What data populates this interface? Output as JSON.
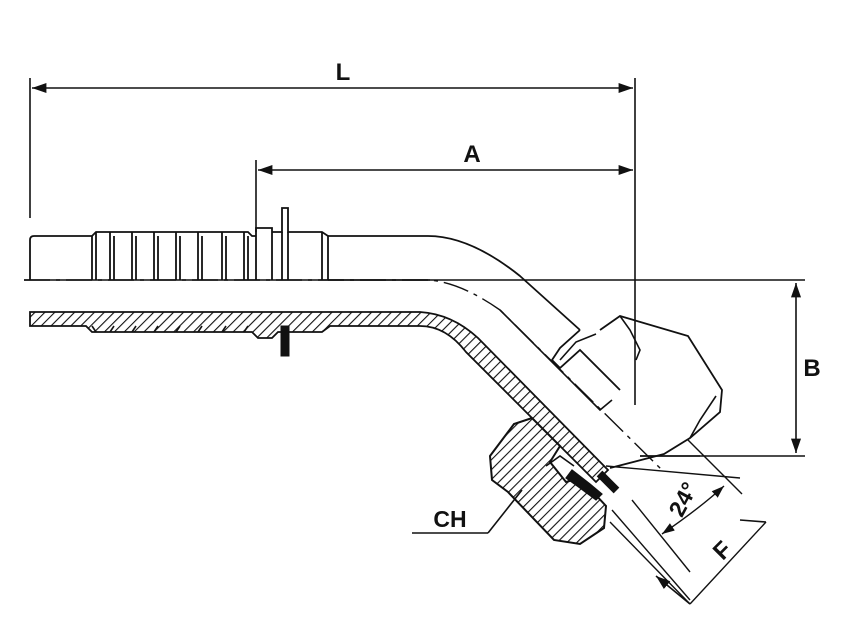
{
  "dimensions": {
    "L": "L",
    "A": "A",
    "B": "B",
    "CH": "CH",
    "F": "F",
    "angle": "24°"
  },
  "colors": {
    "line": "#111111",
    "background": "#ffffff"
  }
}
